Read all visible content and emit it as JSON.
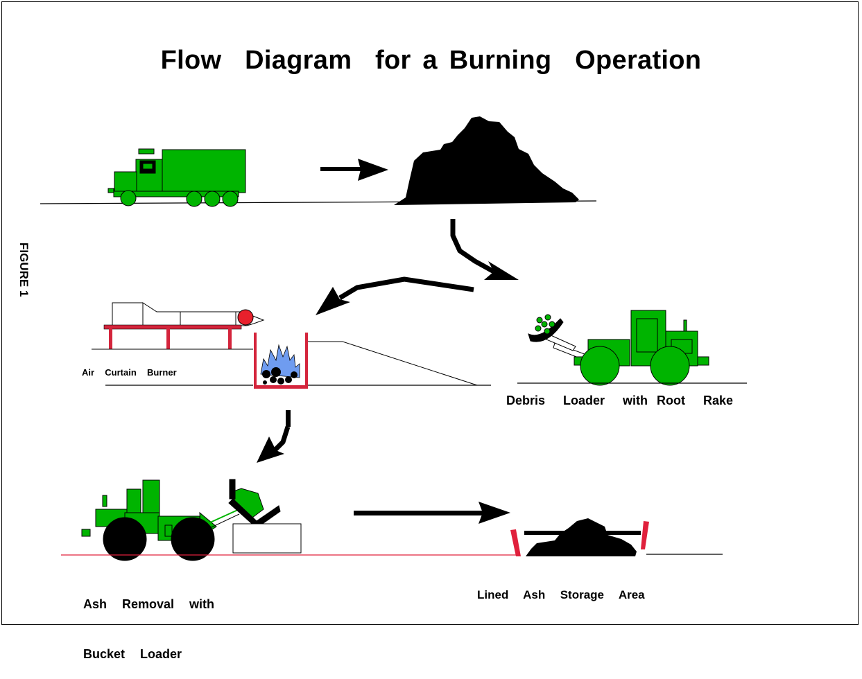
{
  "figure": {
    "title": "Flow  Diagram  for a Burning  Operation",
    "figure_label": "FIGURE 1"
  },
  "labels": {
    "air_curtain_burner": "Air  Curtain  Burner",
    "debris_loader": "Debris  Loader  with Root  Rake",
    "ash_removal_line1": "Ash  Removal  with",
    "ash_removal_line2": "Bucket  Loader",
    "ash_storage": "Lined  Ash  Storage  Area"
  },
  "colors": {
    "vehicle": "#00b400",
    "burner_frame": "#d4253c",
    "fire": "#6f9cf0",
    "pile": "#000000",
    "liner": "#e0203c"
  }
}
